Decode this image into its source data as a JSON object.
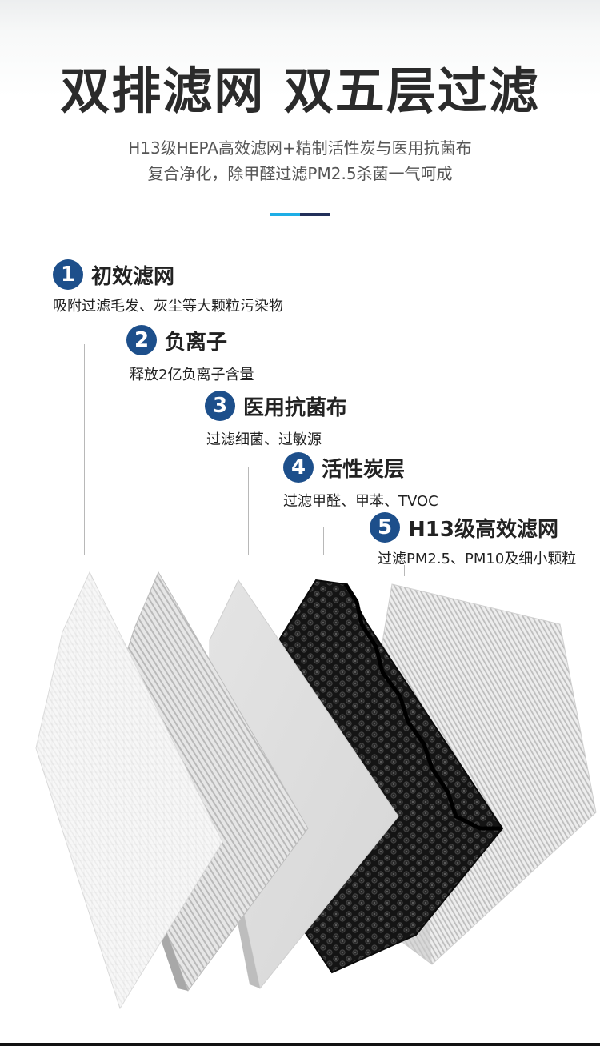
{
  "header": {
    "title": "双排滤网 双五层过滤",
    "subtitle_line1": "H13级HEPA高效滤网+精制活性炭与医用抗菌布",
    "subtitle_line2": "复合净化，除甲醛过滤PM2.5杀菌一气呵成"
  },
  "colors": {
    "badge": "#1d4f8b",
    "accent_light": "#1eaee6",
    "accent_dark": "#22305a",
    "title": "#2b2b2b"
  },
  "layers": [
    {
      "number": "1",
      "name": "初效滤网",
      "desc": "吸附过滤毛发、灰尘等大颗粒污染物"
    },
    {
      "number": "2",
      "name": "负离子",
      "desc": "释放2亿负离子含量"
    },
    {
      "number": "3",
      "name": "医用抗菌布",
      "desc": "过滤细菌、过敏源"
    },
    {
      "number": "4",
      "name": "活性炭层",
      "desc": "过滤甲醛、甲苯、TVOC"
    },
    {
      "number": "5",
      "name": "H13级高效滤网",
      "desc": "过滤PM2.5、PM10及细小颗粒"
    }
  ]
}
